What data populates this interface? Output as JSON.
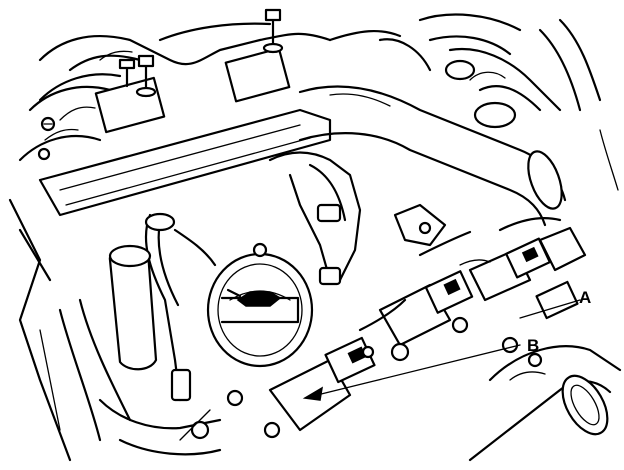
{
  "diagram": {
    "subject": "engine-top-intake-manifold-and-ignition-coils",
    "callouts": {
      "a": "A",
      "b": "B"
    },
    "colors": {
      "ink": "#000000",
      "paper": "#ffffff"
    }
  }
}
